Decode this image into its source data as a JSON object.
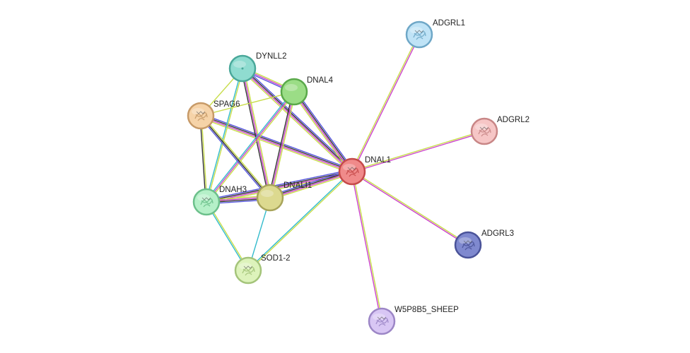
{
  "network": {
    "nodes": [
      {
        "id": "DNAL1",
        "label": "DNAL1",
        "color": "#f08a8a",
        "stroke": "#c54a4a",
        "icon": "protein-structure-icon"
      },
      {
        "id": "DYNLL2",
        "label": "DYNLL2",
        "color": "#8fdcd0",
        "stroke": "#4aa89a",
        "icon": "dot-icon"
      },
      {
        "id": "DNAL4",
        "label": "DNAL4",
        "color": "#9bdd86",
        "stroke": "#5aa94a",
        "icon": "none"
      },
      {
        "id": "SPAG6",
        "label": "SPAG6",
        "color": "#f6d3a8",
        "stroke": "#c79a68",
        "icon": "protein-structure-icon"
      },
      {
        "id": "DNAH3",
        "label": "DNAH3",
        "color": "#b5f0c8",
        "stroke": "#6cc08b",
        "icon": "protein-structure-icon"
      },
      {
        "id": "DNALI1",
        "label": "DNALI1",
        "color": "#dcd98f",
        "stroke": "#a8a45a",
        "icon": "none"
      },
      {
        "id": "SOD1-2",
        "label": "SOD1-2",
        "color": "#ddf3bb",
        "stroke": "#a4c47a",
        "icon": "protein-structure-icon"
      },
      {
        "id": "ADGRL1",
        "label": "ADGRL1",
        "color": "#bfe3f6",
        "stroke": "#6ea7c7",
        "icon": "protein-structure-icon"
      },
      {
        "id": "ADGRL2",
        "label": "ADGRL2",
        "color": "#f6c6c6",
        "stroke": "#c88686",
        "icon": "protein-structure-icon"
      },
      {
        "id": "ADGRL3",
        "label": "ADGRL3",
        "color": "#7f89cf",
        "stroke": "#4a5399",
        "icon": "protein-structure-icon"
      },
      {
        "id": "W5P8B5_SHEEP",
        "label": "W5P8B5_SHEEP",
        "color": "#d8c6f4",
        "stroke": "#9c86c6",
        "icon": "protein-structure-icon"
      }
    ],
    "edges": [
      {
        "a": "DNAL1",
        "b": "ADGRL1",
        "colors": [
          "#c8dd4a",
          "#cc44cc"
        ]
      },
      {
        "a": "DNAL1",
        "b": "ADGRL2",
        "colors": [
          "#c8dd4a",
          "#cc44cc"
        ]
      },
      {
        "a": "DNAL1",
        "b": "ADGRL3",
        "colors": [
          "#c8dd4a",
          "#cc44cc"
        ]
      },
      {
        "a": "DNAL1",
        "b": "W5P8B5_SHEEP",
        "colors": [
          "#c8dd4a",
          "#cc44cc"
        ]
      },
      {
        "a": "DNAL1",
        "b": "SOD1-2",
        "colors": [
          "#c8dd4a",
          "#33bbcc"
        ]
      },
      {
        "a": "DNAL1",
        "b": "DYNLL2",
        "colors": [
          "#c8dd4a",
          "#cc44cc",
          "#333333",
          "#5555dd"
        ]
      },
      {
        "a": "DNAL1",
        "b": "DNAL4",
        "colors": [
          "#c8dd4a",
          "#cc44cc",
          "#333333",
          "#5555dd"
        ]
      },
      {
        "a": "DNAL1",
        "b": "SPAG6",
        "colors": [
          "#c8dd4a",
          "#cc44cc",
          "#333333",
          "#5555dd"
        ]
      },
      {
        "a": "DNAL1",
        "b": "DNAH3",
        "colors": [
          "#c8dd4a",
          "#cc44cc",
          "#333333",
          "#5555dd"
        ]
      },
      {
        "a": "DNAL1",
        "b": "DNALI1",
        "colors": [
          "#c8dd4a",
          "#cc44cc",
          "#333333",
          "#5555dd"
        ]
      },
      {
        "a": "DYNLL2",
        "b": "DNAL4",
        "colors": [
          "#c8dd4a",
          "#cc44cc",
          "#5555dd"
        ]
      },
      {
        "a": "DYNLL2",
        "b": "SPAG6",
        "colors": [
          "#c8dd4a"
        ]
      },
      {
        "a": "DYNLL2",
        "b": "DNAH3",
        "colors": [
          "#c8dd4a",
          "#33bbcc"
        ]
      },
      {
        "a": "DYNLL2",
        "b": "DNALI1",
        "colors": [
          "#c8dd4a",
          "#cc44cc",
          "#333333"
        ]
      },
      {
        "a": "DNAL4",
        "b": "SPAG6",
        "colors": [
          "#c8dd4a"
        ]
      },
      {
        "a": "DNAL4",
        "b": "DNAH3",
        "colors": [
          "#c8dd4a",
          "#cc44cc",
          "#33bbcc"
        ]
      },
      {
        "a": "DNAL4",
        "b": "DNALI1",
        "colors": [
          "#c8dd4a",
          "#cc44cc",
          "#333333"
        ]
      },
      {
        "a": "SPAG6",
        "b": "DNAH3",
        "colors": [
          "#c8dd4a",
          "#333333"
        ]
      },
      {
        "a": "SPAG6",
        "b": "DNALI1",
        "colors": [
          "#c8dd4a",
          "#333333",
          "#5555dd"
        ]
      },
      {
        "a": "DNAH3",
        "b": "DNALI1",
        "colors": [
          "#c8dd4a",
          "#cc44cc",
          "#333333",
          "#5555dd"
        ]
      },
      {
        "a": "DNAH3",
        "b": "SOD1-2",
        "colors": [
          "#c8dd4a",
          "#33bbcc"
        ]
      },
      {
        "a": "DNALI1",
        "b": "SOD1-2",
        "colors": [
          "#33bbcc"
        ]
      }
    ]
  }
}
